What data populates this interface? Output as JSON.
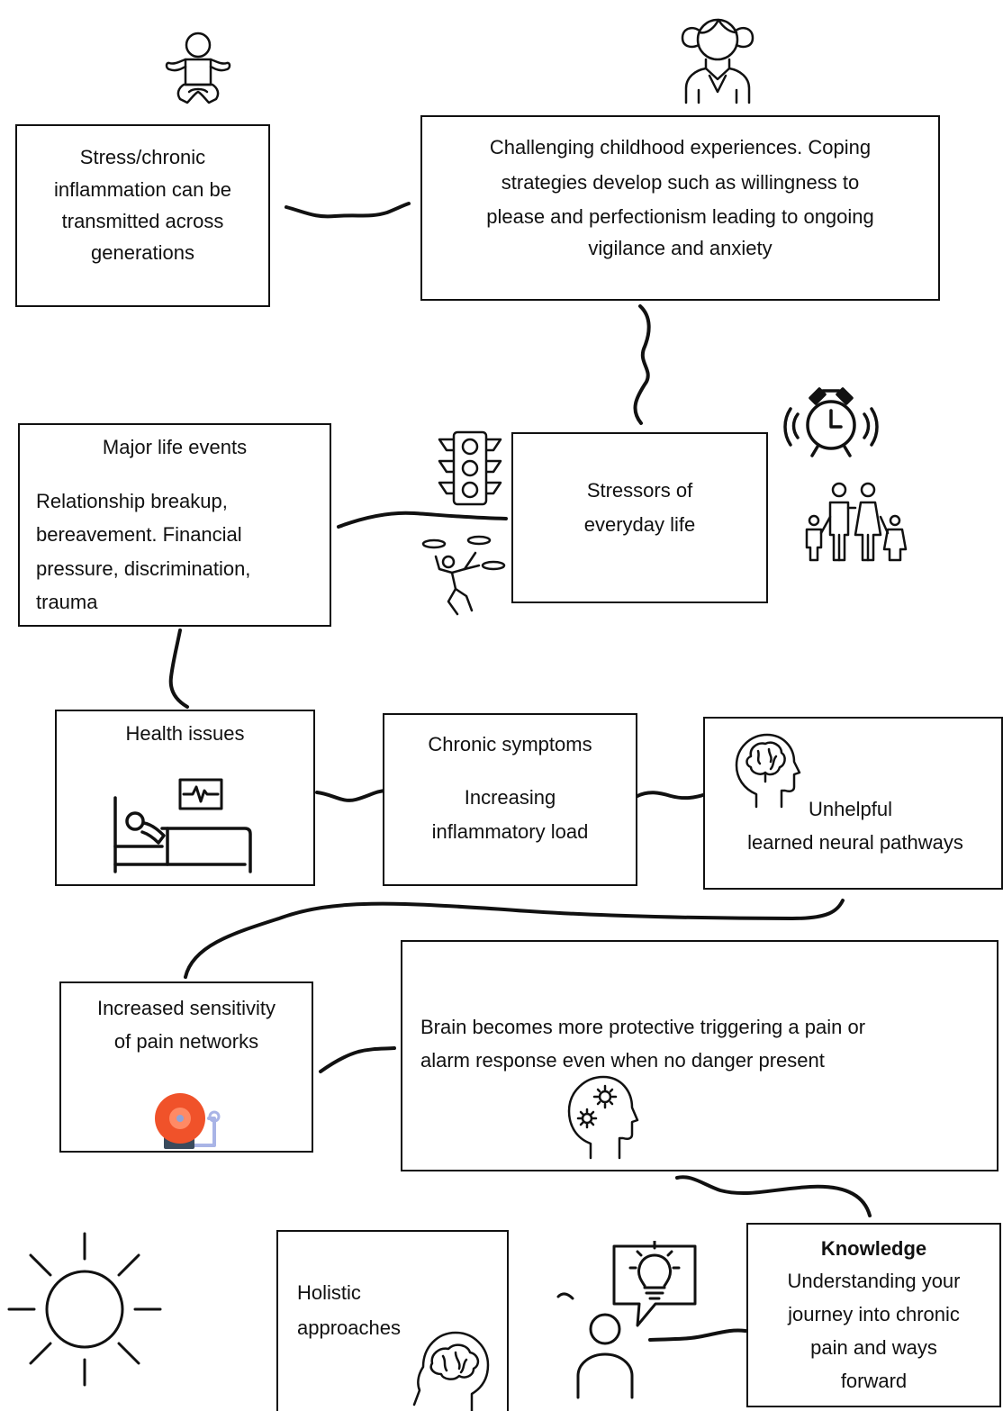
{
  "nodes": {
    "stress_generations": {
      "lines": [
        "Stress/chronic",
        "inflammation can be",
        "transmitted across",
        "generations"
      ]
    },
    "childhood": {
      "lines": [
        "Challenging childhood experiences. Coping",
        "strategies develop such as willingness to",
        "please and perfectionism leading to ongoing",
        "vigilance and anxiety"
      ]
    },
    "major_events": {
      "title": "Major life events",
      "lines": [
        "Relationship breakup,",
        "bereavement. Financial",
        "pressure, discrimination,",
        "trauma"
      ]
    },
    "stressors": {
      "lines": [
        "Stressors of",
        "everyday life"
      ]
    },
    "health": {
      "title": "Health issues"
    },
    "chronic": {
      "title": "Chronic symptoms",
      "lines": [
        "Increasing",
        "inflammatory load"
      ]
    },
    "neural": {
      "lines": [
        "Unhelpful",
        "learned neural pathways"
      ]
    },
    "sensitivity": {
      "lines": [
        "Increased sensitivity",
        "of pain networks"
      ]
    },
    "brain_protective": {
      "lines": [
        "Brain becomes more protective triggering a pain or",
        "alarm response even when no danger present"
      ]
    },
    "holistic": {
      "lines": [
        "Holistic",
        "approaches"
      ]
    },
    "knowledge": {
      "title": "Knowledge",
      "lines": [
        "Understanding your",
        "journey into chronic",
        "pain and ways",
        "forward"
      ]
    }
  },
  "icons": [
    "baby-icon",
    "girl-icon",
    "traffic-light-icon",
    "juggler-icon",
    "alarm-clock-icon",
    "family-icon",
    "hospital-bed-icon",
    "heart-monitor-icon",
    "brain-head-icon",
    "gears-head-icon",
    "alarm-bell-icon",
    "sun-icon",
    "person-idea-icon"
  ],
  "colors": {
    "line": "#111111",
    "alarm_red": "#f0522a",
    "alarm_base": "#3a4a5c",
    "alarm_pipe": "#a9b4e6"
  }
}
